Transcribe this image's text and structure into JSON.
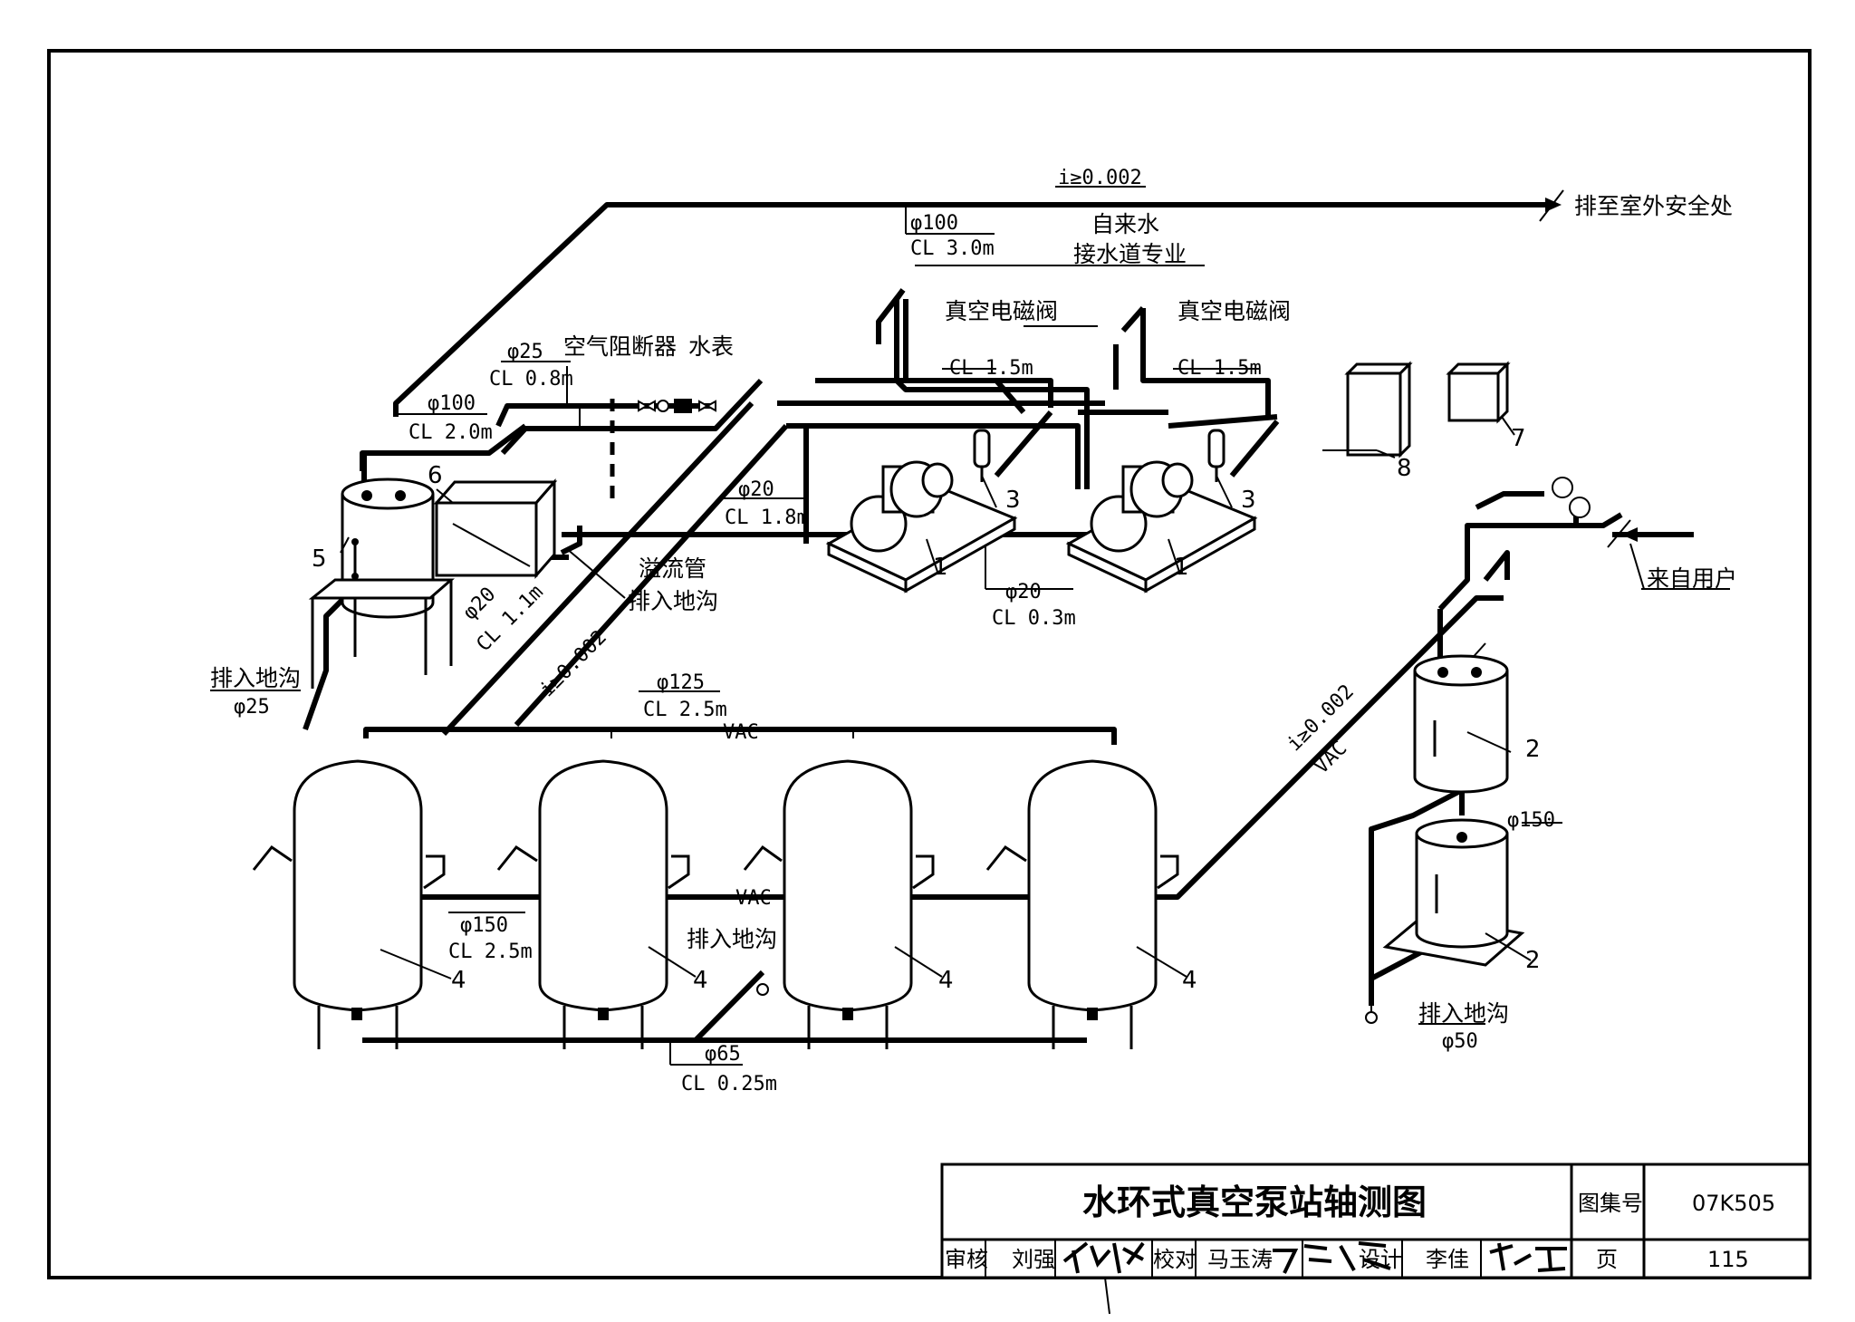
{
  "labels": {
    "slope_top": "i≥0.002",
    "exhaust_outdoor": "排至室外安全处",
    "phi100_top": "φ100",
    "cl_30": "CL 3.0m",
    "tap_water": "自来水",
    "connect_water_supply": "接水道专业",
    "solenoid_valve_left": "真空电磁阀",
    "solenoid_valve_right": "真空电磁阀",
    "phi25_top": "φ25",
    "cl_08": "CL 0.8m",
    "air_breaker": "空气阻断器",
    "water_meter": "水表",
    "phi100_left": "φ100",
    "cl_20": "CL 2.0m",
    "cl_15_left": "CL 1.5m",
    "cl_15_right": "CL 1.5m",
    "phi20_mid": "φ20",
    "cl_18": "CL 1.8m",
    "phi20_tank": "φ20",
    "cl_11": "CL 1.1m",
    "overflow_pipe": "溢流管",
    "to_trench_overflow": "排入地沟",
    "phi20_pump": "φ20",
    "cl_03": "CL 0.3m",
    "to_trench_left": "排入地沟",
    "phi25_drain": "φ25",
    "slope_mid": "i≥0.002",
    "phi125": "φ125",
    "cl_25_top": "CL 2.5m",
    "vac_top": "VAC",
    "vac_mid": "VAC",
    "vac_right": "VAC",
    "slope_right": "i≥0.002",
    "phi150_tanks": "φ150",
    "cl_25_tanks": "CL 2.5m",
    "to_trench_mid": "排入地沟",
    "phi65": "φ65",
    "cl_025": "CL 0.25m",
    "from_users": "来自用户",
    "phi150_right": "φ150",
    "to_trench_right": "排入地沟",
    "phi50": "φ50"
  },
  "callouts": {
    "pump_1a": "1",
    "pump_1b": "1",
    "tank_2a": "2",
    "tank_2b": "2",
    "sep_3a": "3",
    "sep_3b": "3",
    "vtank_4a": "4",
    "vtank_4b": "4",
    "vtank_4c": "4",
    "vtank_4d": "4",
    "tank_5": "5",
    "box_6": "6",
    "panel_7": "7",
    "panel_8": "8"
  },
  "title_block": {
    "title": "水环式真空泵站轴测图",
    "atlas_no_label": "图集号",
    "atlas_no": "07K505",
    "review_label": "审核",
    "reviewer": "刘强",
    "check_label": "校对",
    "checker": "马玉涛",
    "design_label": "设计",
    "designer": "李佳",
    "page_label": "页",
    "page": "115"
  }
}
